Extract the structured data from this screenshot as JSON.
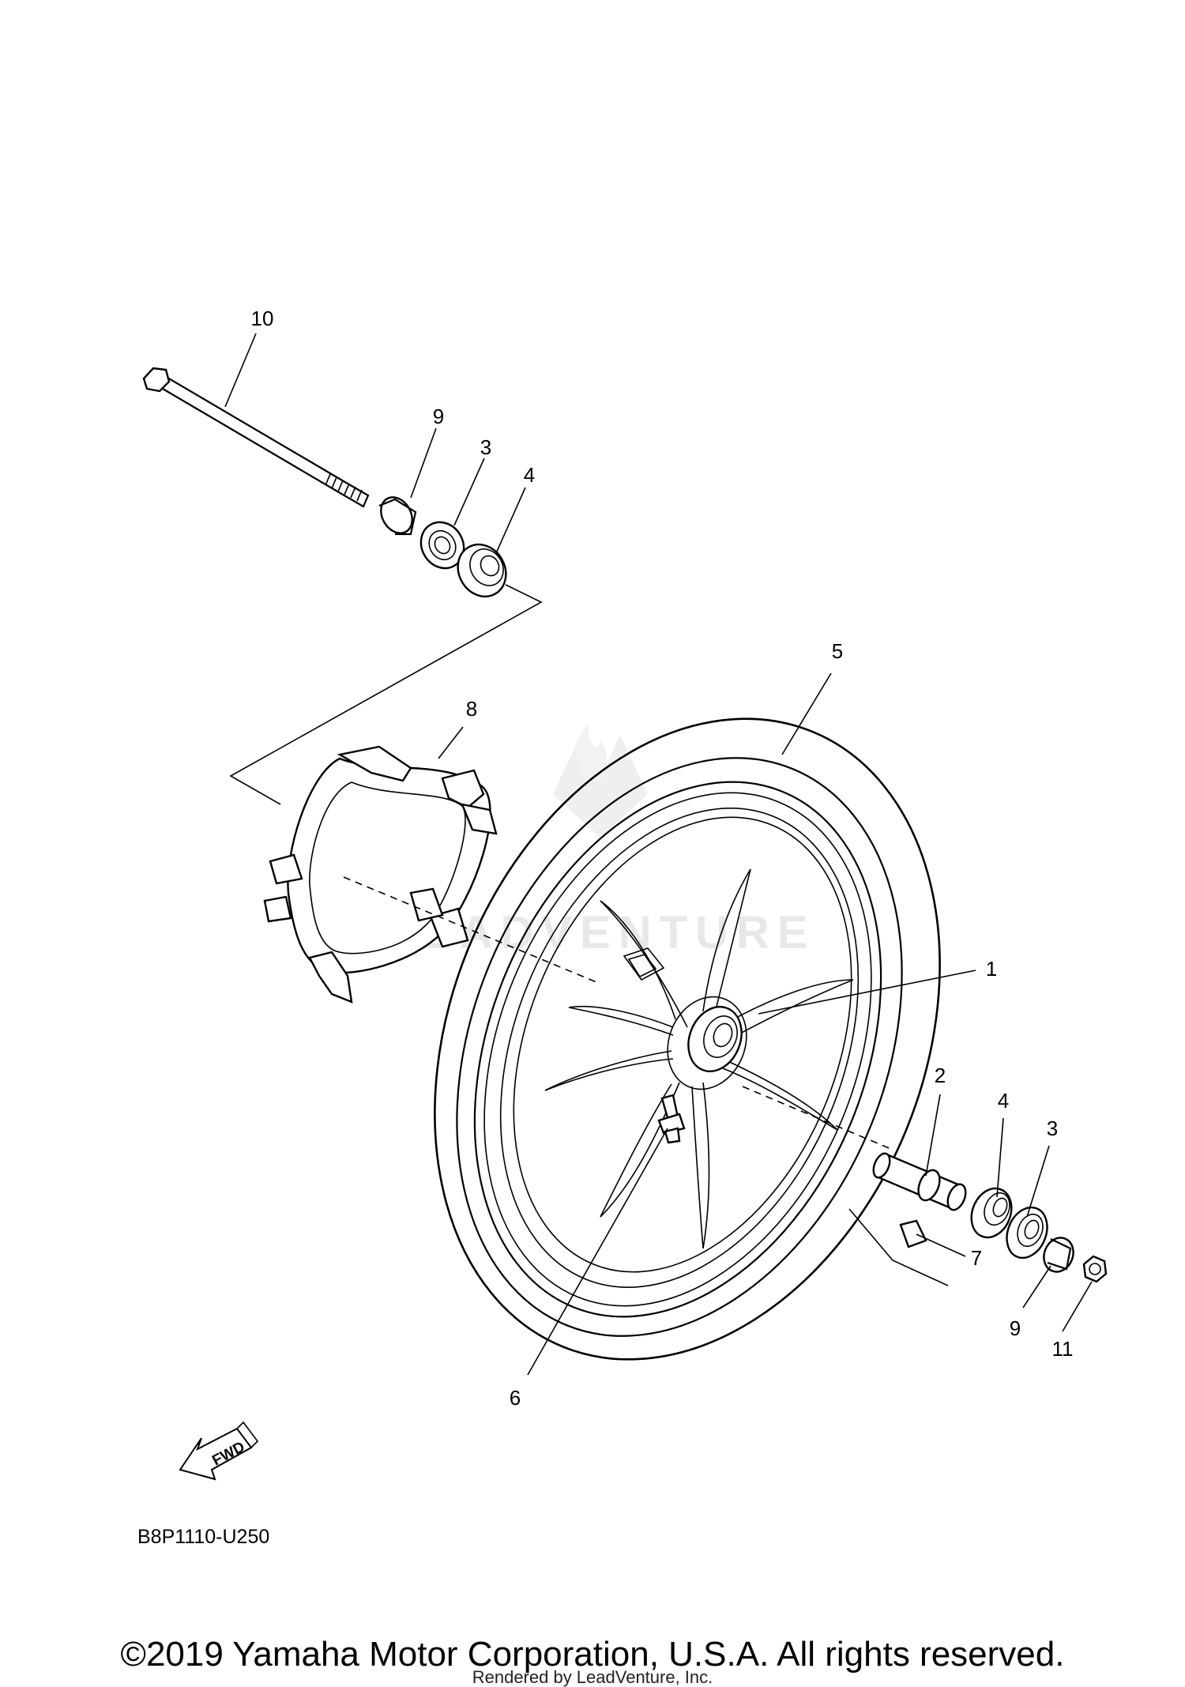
{
  "callouts": {
    "p1": "1",
    "p2": "2",
    "p3_top": "3",
    "p3_right": "3",
    "p4_top": "4",
    "p4_right": "4",
    "p5": "5",
    "p6": "6",
    "p7": "7",
    "p8": "8",
    "p9_top": "9",
    "p9_right": "9",
    "p10": "10",
    "p11": "11"
  },
  "fwd_label": "FWD",
  "diagram_code": "B8P1110-U250",
  "copyright": "©2019 Yamaha Motor Corporation, U.S.A. All rights reserved.",
  "rendered_by": "Rendered by LeadVenture, Inc.",
  "watermark_text": "LEADVENTURE"
}
